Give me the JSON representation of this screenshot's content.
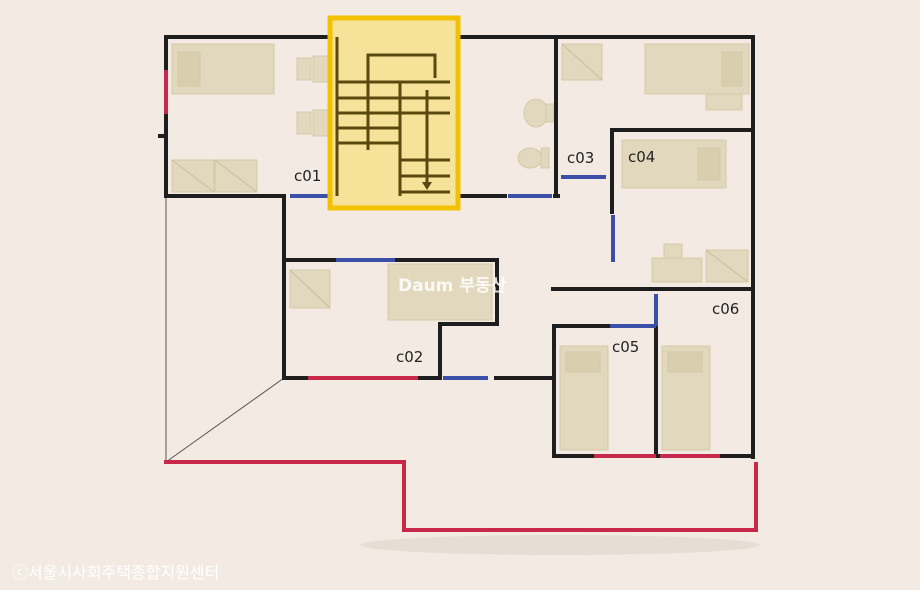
{
  "rooms": {
    "c01": "c01",
    "c02": "c02",
    "c03": "c03",
    "c04": "c04",
    "c05": "c05",
    "c06": "c06"
  },
  "watermark": "Daum 부동산",
  "credit": "ⓒ서울시사회주택종합지원센터",
  "colors": {
    "background": "#f3ebe3",
    "wall": "#1e1e1e",
    "window": "#3c4fa8",
    "balcony": "#c8294a",
    "furniture": "#e1d8bd",
    "staircase_highlight": "#f2c200"
  },
  "icons": [
    "bed-icon",
    "desk-icon",
    "chair-icon",
    "toilet-icon",
    "sink-icon",
    "wardrobe-icon",
    "staircase-icon"
  ]
}
